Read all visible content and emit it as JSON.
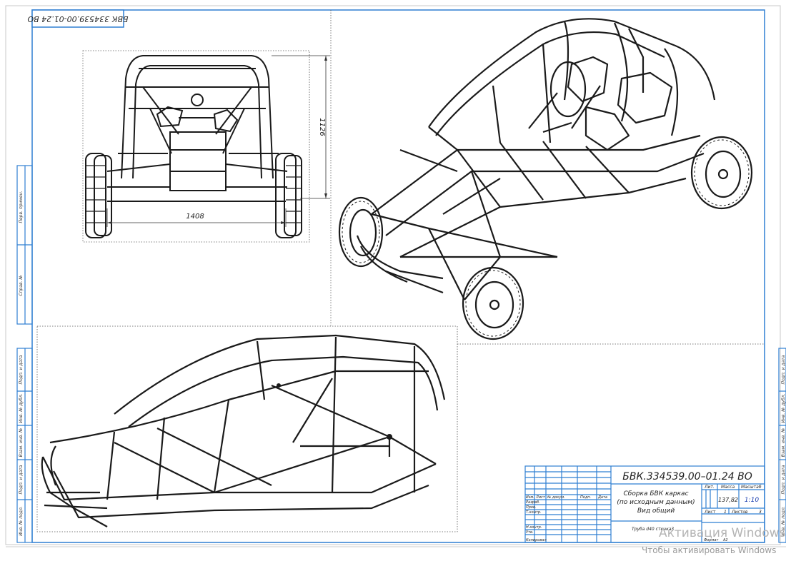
{
  "drawing": {
    "code_rotated": "БВК 334539.00-01.24 ВО",
    "dimensions": {
      "width": "1408",
      "height": "1126"
    },
    "left_strip": [
      "Перв. примен.",
      "Справ. №",
      "Подп. и дата",
      "Инв. № дубл.",
      "Взам. инв. №",
      "Подп. и дата",
      "Инв. № подл."
    ],
    "right_strip": [
      "Подп. и дата",
      "Инв. № дубл.",
      "Взам. инв. №",
      "Подп. и дата",
      "Инв. № подл."
    ]
  },
  "title_block": {
    "code": "БВК.334539.00–01.24 ВО",
    "name_lines": [
      "Сборка БВК каркас",
      "(по исходным данным)",
      "Вид общий"
    ],
    "header_cells": [
      "Изм.",
      "Лист",
      "№ докум.",
      "Подп.",
      "Дата"
    ],
    "roles": [
      "Разраб.",
      "Пров.",
      "Т.контр.",
      "",
      "Н.контр.",
      "Утв."
    ],
    "lit_label": "Лит.",
    "mass_label": "Масса",
    "scale_label": "Масштаб",
    "mass_value": "137,82",
    "scale_value": "1:10",
    "sheet_label": "Лист",
    "sheet_value": "1",
    "sheets_label": "Листов",
    "sheets_value": "3",
    "material": "Труба d40 стенка3",
    "copied_label": "Копировал",
    "format_label": "Формат",
    "format_value": "A2"
  },
  "overlay": {
    "title": "Активация Windows",
    "subtitle": "Чтобы активировать Windows"
  }
}
